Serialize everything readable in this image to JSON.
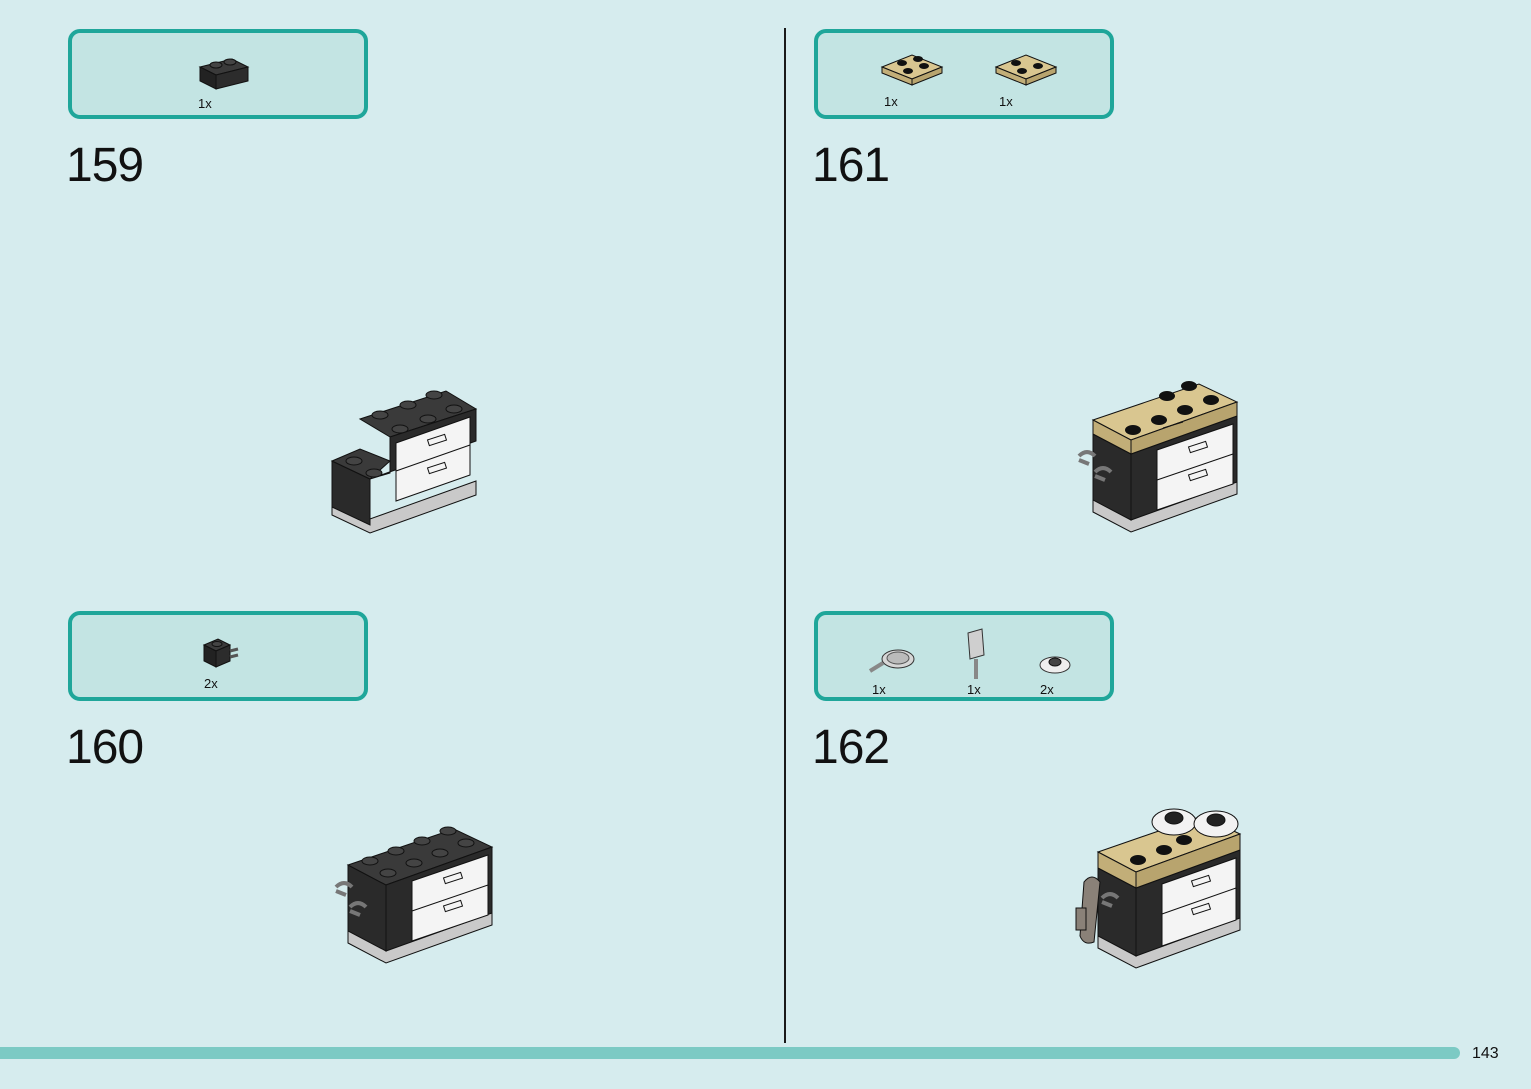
{
  "steps": [
    {
      "number": "159",
      "parts": [
        {
          "qty": "1x",
          "icon": "black-brick-1x2-icon"
        }
      ]
    },
    {
      "number": "160",
      "parts": [
        {
          "qty": "2x",
          "icon": "black-brick-clip-icon"
        }
      ]
    },
    {
      "number": "161",
      "parts": [
        {
          "qty": "1x",
          "icon": "tan-plate-2x2-icon"
        },
        {
          "qty": "1x",
          "icon": "tan-plate-2x2-icon"
        }
      ]
    },
    {
      "number": "162",
      "parts": [
        {
          "qty": "1x",
          "icon": "frying-pan-icon"
        },
        {
          "qty": "1x",
          "icon": "cleaver-icon"
        },
        {
          "qty": "2x",
          "icon": "round-plate-icon"
        }
      ]
    }
  ],
  "page_number": "143",
  "colors": {
    "background": "#d6ecee",
    "box_border": "#1fa69a",
    "box_fill": "#c3e4e3",
    "footer_bar": "#7ccac4"
  }
}
